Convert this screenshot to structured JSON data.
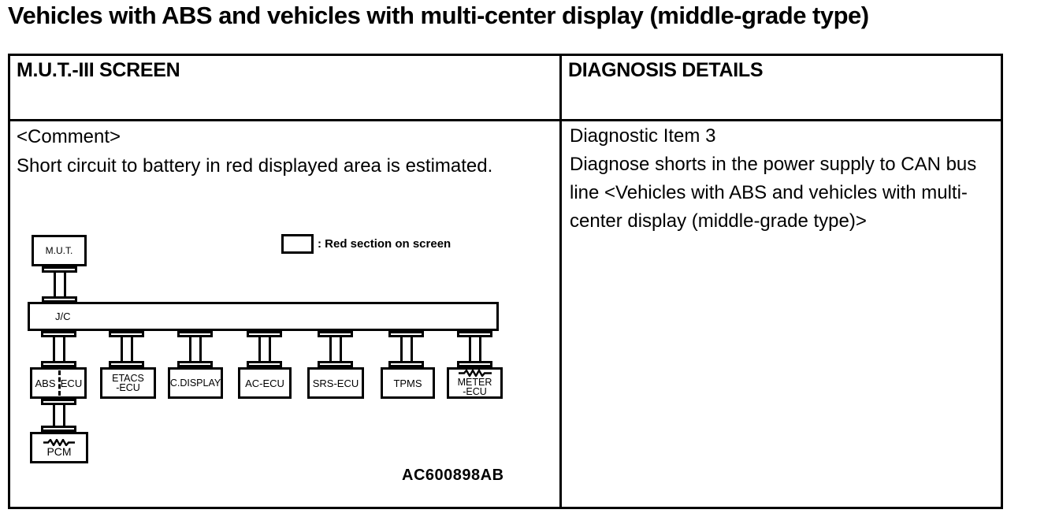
{
  "page": {
    "title": "Vehicles with ABS and vehicles with multi-center display (middle-grade type)"
  },
  "table": {
    "header": {
      "left": "M.U.T.-III SCREEN",
      "right": "DIAGNOSIS DETAILS"
    },
    "mut_screen": {
      "comment_label": "<Comment>",
      "comment_text": "Short circuit to battery in red displayed area is estimated.",
      "legend_text": ": Red section on screen",
      "figure_code": "AC600898AB",
      "diagram": {
        "mut": "M.U.T.",
        "junction": "J/C",
        "abs_left": "ABS",
        "abs_right": "ECU",
        "etacs_line1": "ETACS",
        "etacs_line2": "-ECU",
        "cdisplay": "C.DISPLAY",
        "ac": "AC-ECU",
        "srs": "SRS-ECU",
        "tpms": "TPMS",
        "meter_line1": "METER",
        "meter_line2": "-ECU",
        "pcm": "PCM"
      }
    },
    "diagnosis": {
      "item_title": "Diagnostic Item 3",
      "description": "Diagnose shorts in the power supply to CAN bus line <Vehicles with ABS and vehicles with multi-center display (middle-grade type)>"
    }
  }
}
